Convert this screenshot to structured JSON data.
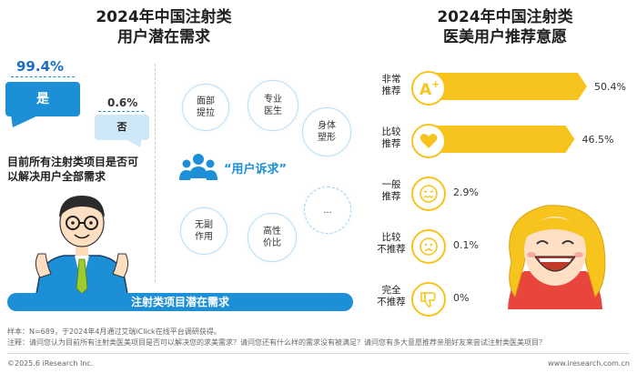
{
  "left": {
    "title_line1": "2024年中国注射类",
    "title_line2": "用户潜在需求",
    "yes": {
      "pct": "99.4%",
      "label": "是"
    },
    "no": {
      "pct": "0.6%",
      "label": "否"
    },
    "question_line1": "目前所有注射类项目是否可",
    "question_line2": "以解决用户全部需求",
    "demand_label": "“用户诉求”",
    "circles": [
      {
        "line1": "面部",
        "line2": "提拉"
      },
      {
        "line1": "专业",
        "line2": "医生"
      },
      {
        "line1": "身体",
        "line2": "塑形"
      },
      {
        "line1": "无副",
        "line2": "作用"
      },
      {
        "line1": "高性",
        "line2": "价比"
      },
      {
        "line1": "...",
        "line2": ""
      }
    ],
    "banner": "注射类项目潜在需求"
  },
  "right": {
    "title_line1": "2024年中国注射类",
    "title_line2": "医美用户推荐意愿"
  },
  "chart_data": {
    "type": "bar",
    "title": "2024年中国注射类医美用户推荐意愿",
    "categories": [
      {
        "line1": "非常",
        "line2": "推荐"
      },
      {
        "line1": "比较",
        "line2": "推荐"
      },
      {
        "line1": "一般",
        "line2": "推荐"
      },
      {
        "line1": "比较",
        "line2": "不推荐"
      },
      {
        "line1": "完全",
        "line2": "不推荐"
      }
    ],
    "values": [
      50.4,
      46.5,
      2.9,
      0.1,
      0
    ],
    "labels": [
      "50.4%",
      "46.5%",
      "2.9%",
      "0.1%",
      "0%"
    ],
    "color": "#f7c41d",
    "icons": [
      "a-plus-icon",
      "heart-icon",
      "neutral-face-icon",
      "sad-face-icon",
      "thumbs-down-icon"
    ]
  },
  "footer": {
    "sample": "样本：N=689，于2024年4月通过艾瑞iClick在线平台调研获得。",
    "note": "注释：请问您认为目前所有注射类医美项目是否可以解决您的求美需求？请问您还有什么样的需求没有被满足？请问您有多大意愿推荐亲朋好友来尝试注射类医美项目？",
    "copyright": "©2025.6 iResearch Inc.",
    "site": "www.iresearch.com.cn"
  }
}
